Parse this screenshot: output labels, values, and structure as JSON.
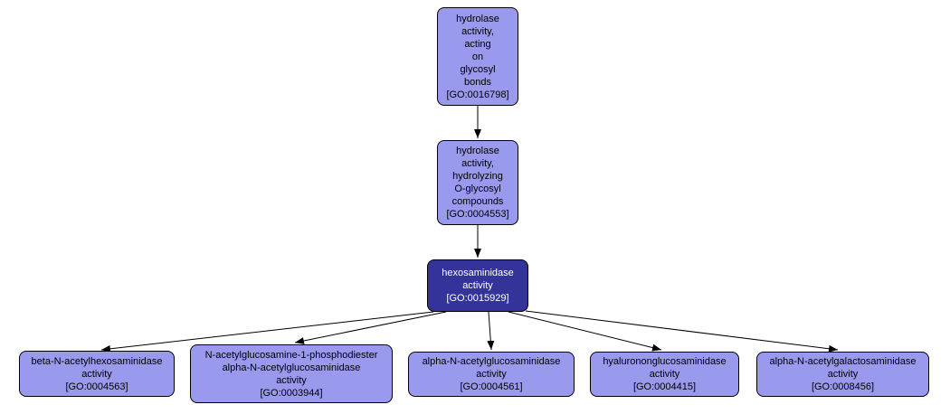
{
  "colors": {
    "node_fill": "#9999ee",
    "node_border": "#000000",
    "selected_fill": "#333399",
    "selected_text": "#ffffff",
    "edge": "#000000"
  },
  "nodes": [
    {
      "id": "GO:0016798",
      "text": "hydrolase\nactivity,\nacting\non\nglycosyl\nbonds\n[GO:0016798]",
      "selected": false
    },
    {
      "id": "GO:0004553",
      "text": "hydrolase\nactivity,\nhydrolyzing\nO-glycosyl\ncompounds\n[GO:0004553]",
      "selected": false
    },
    {
      "id": "GO:0015929",
      "text": "hexosaminidase\nactivity\n[GO:0015929]",
      "selected": true
    },
    {
      "id": "GO:0004563",
      "text": "beta-N-acetylhexosaminidase\nactivity\n[GO:0004563]",
      "selected": false
    },
    {
      "id": "GO:0003944",
      "text": "N-acetylglucosamine-1-phosphodiester\nalpha-N-acetylglucosaminidase\nactivity\n[GO:0003944]",
      "selected": false
    },
    {
      "id": "GO:0004561",
      "text": "alpha-N-acetylglucosaminidase\nactivity\n[GO:0004561]",
      "selected": false
    },
    {
      "id": "GO:0004415",
      "text": "hyalurononglucosaminidase\nactivity\n[GO:0004415]",
      "selected": false
    },
    {
      "id": "GO:0008456",
      "text": "alpha-N-acetylgalactosaminidase\nactivity\n[GO:0008456]",
      "selected": false
    }
  ],
  "edges": [
    {
      "from": "GO:0016798",
      "to": "GO:0004553"
    },
    {
      "from": "GO:0004553",
      "to": "GO:0015929"
    },
    {
      "from": "GO:0015929",
      "to": "GO:0004563"
    },
    {
      "from": "GO:0015929",
      "to": "GO:0003944"
    },
    {
      "from": "GO:0015929",
      "to": "GO:0004561"
    },
    {
      "from": "GO:0015929",
      "to": "GO:0004415"
    },
    {
      "from": "GO:0015929",
      "to": "GO:0008456"
    }
  ]
}
